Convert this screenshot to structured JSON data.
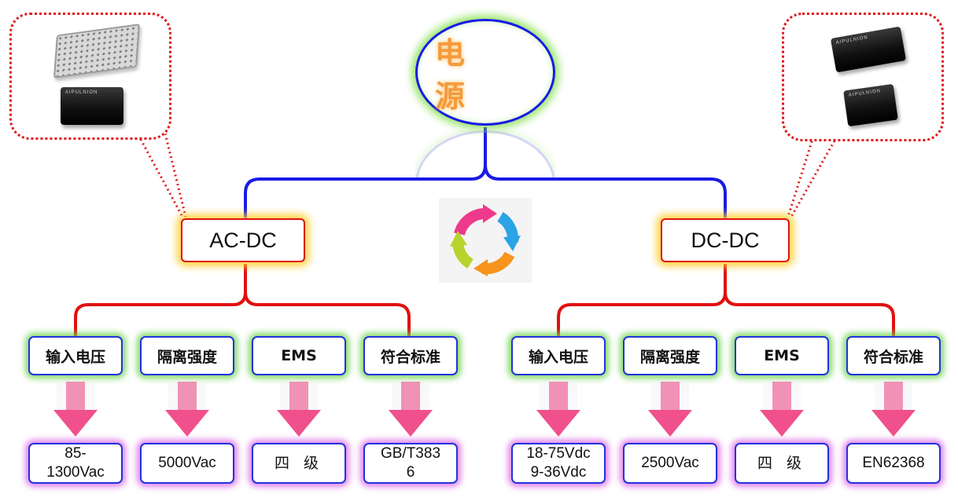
{
  "root": {
    "label": "电 源"
  },
  "branches": [
    {
      "label": "AC-DC",
      "properties": [
        "输入电压",
        "隔离强度",
        "EMS",
        "符合标准"
      ],
      "values": [
        [
          "85-",
          "1300Vac"
        ],
        [
          "5000Vac"
        ],
        [
          "四 级"
        ],
        [
          "GB/T383",
          "6"
        ]
      ]
    },
    {
      "label": "DC-DC",
      "properties": [
        "输入电压",
        "隔离强度",
        "EMS",
        "符合标准"
      ],
      "values": [
        [
          "18-75Vdc",
          "9-36Vdc"
        ],
        [
          "2500Vac"
        ],
        [
          "四 级"
        ],
        [
          "EN62368"
        ]
      ]
    }
  ],
  "products": {
    "left_brand": "AIPULNION",
    "right_brand_top": "AIPULNION",
    "right_brand_bottom": "AIPULNION"
  },
  "colors": {
    "root_border": "#1a1ae6",
    "root_glow": "#78dc3c",
    "branch_border": "#e01010",
    "branch_glow": "#ffcd28",
    "property_glow": "#6ed250",
    "value_glow": "#dc6ee6",
    "arrow": "#f0508c",
    "connector_top": "#1a1ae6",
    "connector_bottom": "#e01010",
    "callout_dots": "#e01818"
  }
}
